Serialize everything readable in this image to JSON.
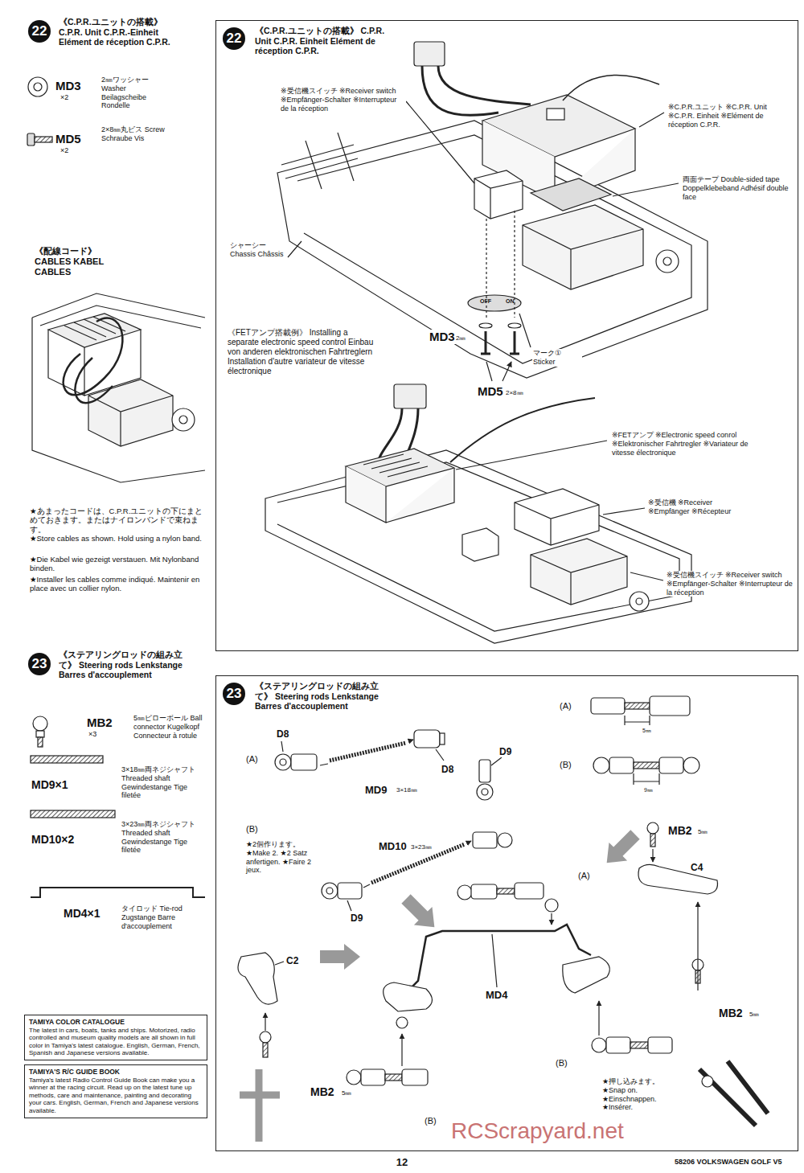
{
  "diagram": {
    "nodes": [
      {
        "text": [
          "22",
          "《C.P.R.ユニットの搭載》 C.P.R. Unit C.P.R.-Einheit Elément de réception C.P.R."
        ]
      },
      {
        "text": [
          "《C.P.R.ユニットの搭載》 C.P.R. Unit C.P.R. Einheit Elément de réception C.P.R."
        ]
      },
      {
        "text": [
          "22"
        ],
        "in": 1
      },
      {
        "text": [
          "23",
          "《ステアリングロッドの組み立て》 Steering rods Lenkstange Barres d'accouplement"
        ]
      },
      {
        "text": [
          "TAMIYA COLOR CATALOGUE",
          "The latest in cars, boats, tanks and ships. Motorized, radio controlled and museum quality models are all shown in full color in Tamiya's latest catalogue. English, German, French, Spanish and Japanese versions available."
        ]
      },
      {
        "text": [
          "TAMIYA'S R/C GUIDE BOOK",
          "Tamiya's latest Radio Control Guide Book can make you a winner at the racing circuit. Read up on the latest tune up methods, care and maintenance, painting and decorating your cars. English, German, French and Japanese versions available."
        ]
      },
      {
        "text": [
          "《ステアリングロッドの組み立て》 Steering rods Lenkstange Barres d'accouplement"
        ]
      },
      {
        "text": [
          "23"
        ],
        "in": 6
      }
    ],
    "labels": [
      "MD3",
      "×2",
      "2㎜ワッシャー Washer Beilagscheibe Rondelle",
      "MD5",
      "×2",
      "2×8㎜丸ビス Screw Schraube Vis",
      "《配線コード》 CABLES KABEL CABLES",
      "★あまったコードは、C.P.R.ユニットの下にまとめておきます。またはナイロンバンドで束ねます。",
      "★Store cables as shown. Hold using a nylon band.",
      "★Die Kabel wie gezeigt verstauen. Mit Nylonband binden.",
      "★Installer les cables comme indiqué. Maintenir en place avec un collier nylon.",
      "MB2",
      "×3",
      "5㎜ピローボール Ball connector Kugelkopf Connecteur à rotule",
      "MD9×1",
      "3×18㎜両ネジシャフト Threaded shaft Gewindestange Tige filetée",
      "MD10×2",
      "3×23㎜両ネジシャフト Threaded shaft Gewindestange Tige filetée",
      "MD4×1",
      "タイロッド Tie-rod Zugstange Barre d'accouplement",
      "※受信機スイッチ ※Receiver switch ※Empfänger-Schalter ※Interrupteur de la réception",
      "※C.P.R.ユニット ※C.P.R. Unit ※C.P.R. Einheit ※Elément de réception C.P.R.",
      "両面テープ Double-sided tape Doppelklebeband Adhésif double face",
      "シャーシー Chassis Châssis",
      "OFF",
      "ON",
      "MD3",
      "2㎜",
      "マーク① Sticker",
      "MD5",
      "2×8㎜",
      "《FETアンプ搭載例》 Installing a separate electronic speed control Einbau von anderen elektronischen Fahrtreglern Installation d'autre variateur de vitesse électronique",
      "※FETアンプ ※Electronic speed conrol ※Elektronischer Fahrtregler ※Variateur de vitesse électronique",
      "※受信機 ※Receiver ※Empfänger ※Récepteur",
      "※受信機スイッチ ※Receiver switch ※Empfänger-Schalter ※Interrupteur de la réception",
      "(A)",
      "D8",
      "D8",
      "MD9",
      "3×18㎜",
      "D9",
      "(B)",
      "★2個作ります。 ★Make 2. ★2 Satz anfertigen. ★Faire 2 jeux.",
      "MD10",
      "3×23㎜",
      "D9",
      "(A)",
      "5㎜",
      "(B)",
      "9㎜",
      "MB2",
      "5㎜",
      "C4",
      "(A)",
      "C2",
      "MD4",
      "MB2",
      "5㎜",
      "(B)",
      "(B)",
      "MB2",
      "5㎜",
      "★押し込みます。 ★Snap on. ★Einschnappen. ★Insérer.",
      "12",
      "58206 VOLKSWAGEN GOLF V5",
      "RCScrapyard.net"
    ]
  }
}
